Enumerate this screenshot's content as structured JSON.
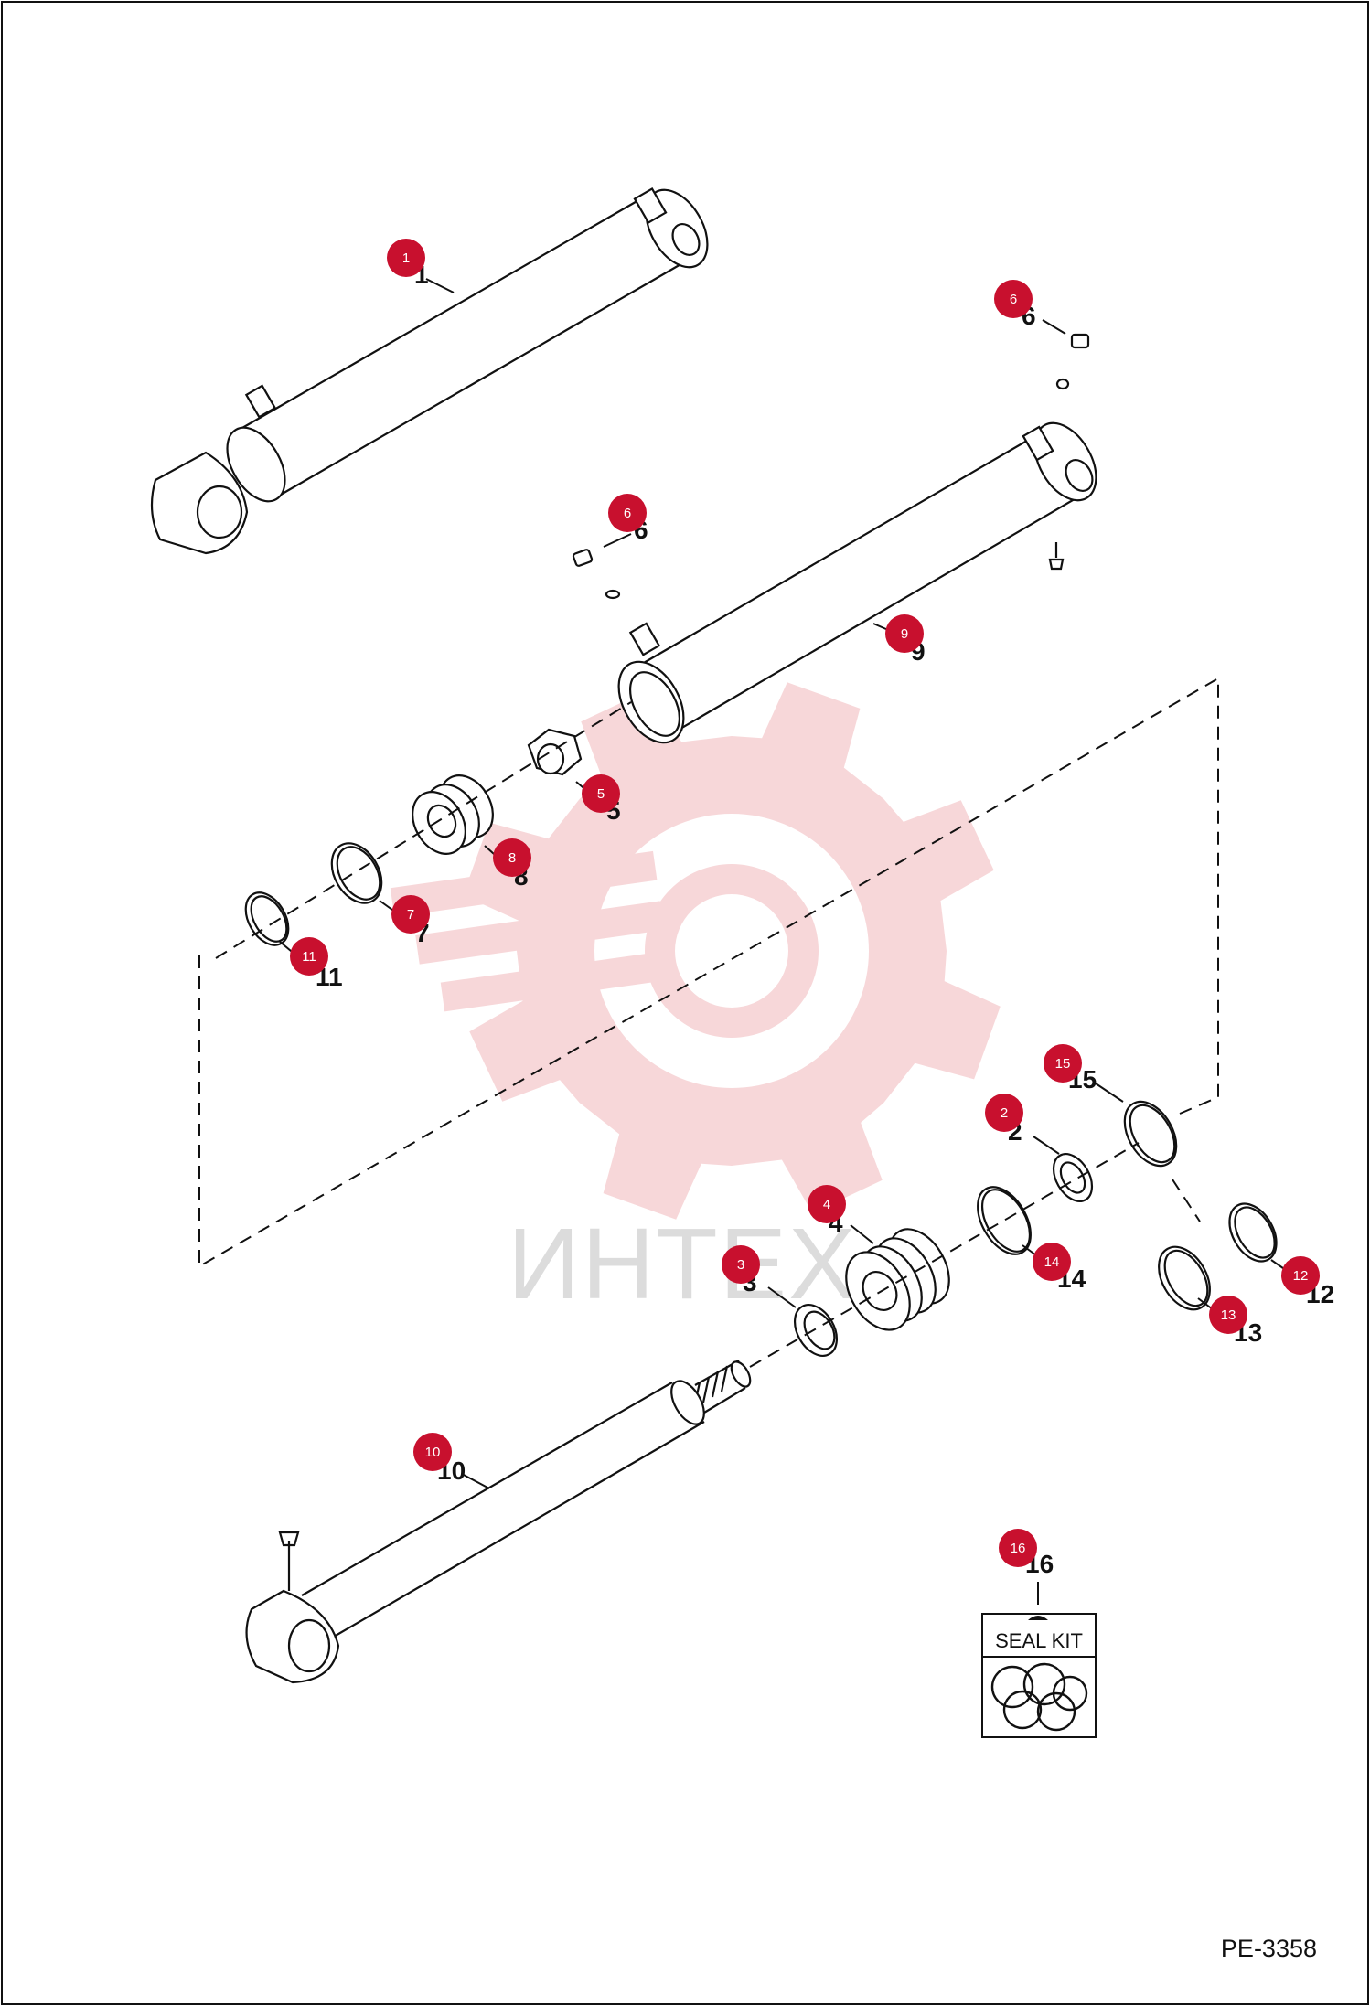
{
  "diagram_code": "PE-3358",
  "watermark": {
    "text": "ИНТЕХ",
    "colors": {
      "gear": "#f7d3d5",
      "text": "#d9d9d9"
    }
  },
  "seal_kit": {
    "label": "SEAL KIT"
  },
  "badge_color": "#c8102e",
  "callouts": [
    {
      "id": "c1",
      "label": "1",
      "badge": "1"
    },
    {
      "id": "c6a",
      "label": "6",
      "badge": "6"
    },
    {
      "id": "c6b",
      "label": "6",
      "badge": "6"
    },
    {
      "id": "c9",
      "label": "9",
      "badge": "9"
    },
    {
      "id": "c5",
      "label": "5",
      "badge": "5"
    },
    {
      "id": "c8",
      "label": "8",
      "badge": "8"
    },
    {
      "id": "c7",
      "label": "7",
      "badge": "7"
    },
    {
      "id": "c11",
      "label": "11",
      "badge": "11"
    },
    {
      "id": "c15",
      "label": "15",
      "badge": "15"
    },
    {
      "id": "c2",
      "label": "2",
      "badge": "2"
    },
    {
      "id": "c4",
      "label": "4",
      "badge": "4"
    },
    {
      "id": "c14",
      "label": "14",
      "badge": "14"
    },
    {
      "id": "c12",
      "label": "12",
      "badge": "12"
    },
    {
      "id": "c3",
      "label": "3",
      "badge": "3"
    },
    {
      "id": "c13",
      "label": "13",
      "badge": "13"
    },
    {
      "id": "c10",
      "label": "10",
      "badge": "10"
    },
    {
      "id": "c16",
      "label": "16",
      "badge": "16"
    }
  ]
}
